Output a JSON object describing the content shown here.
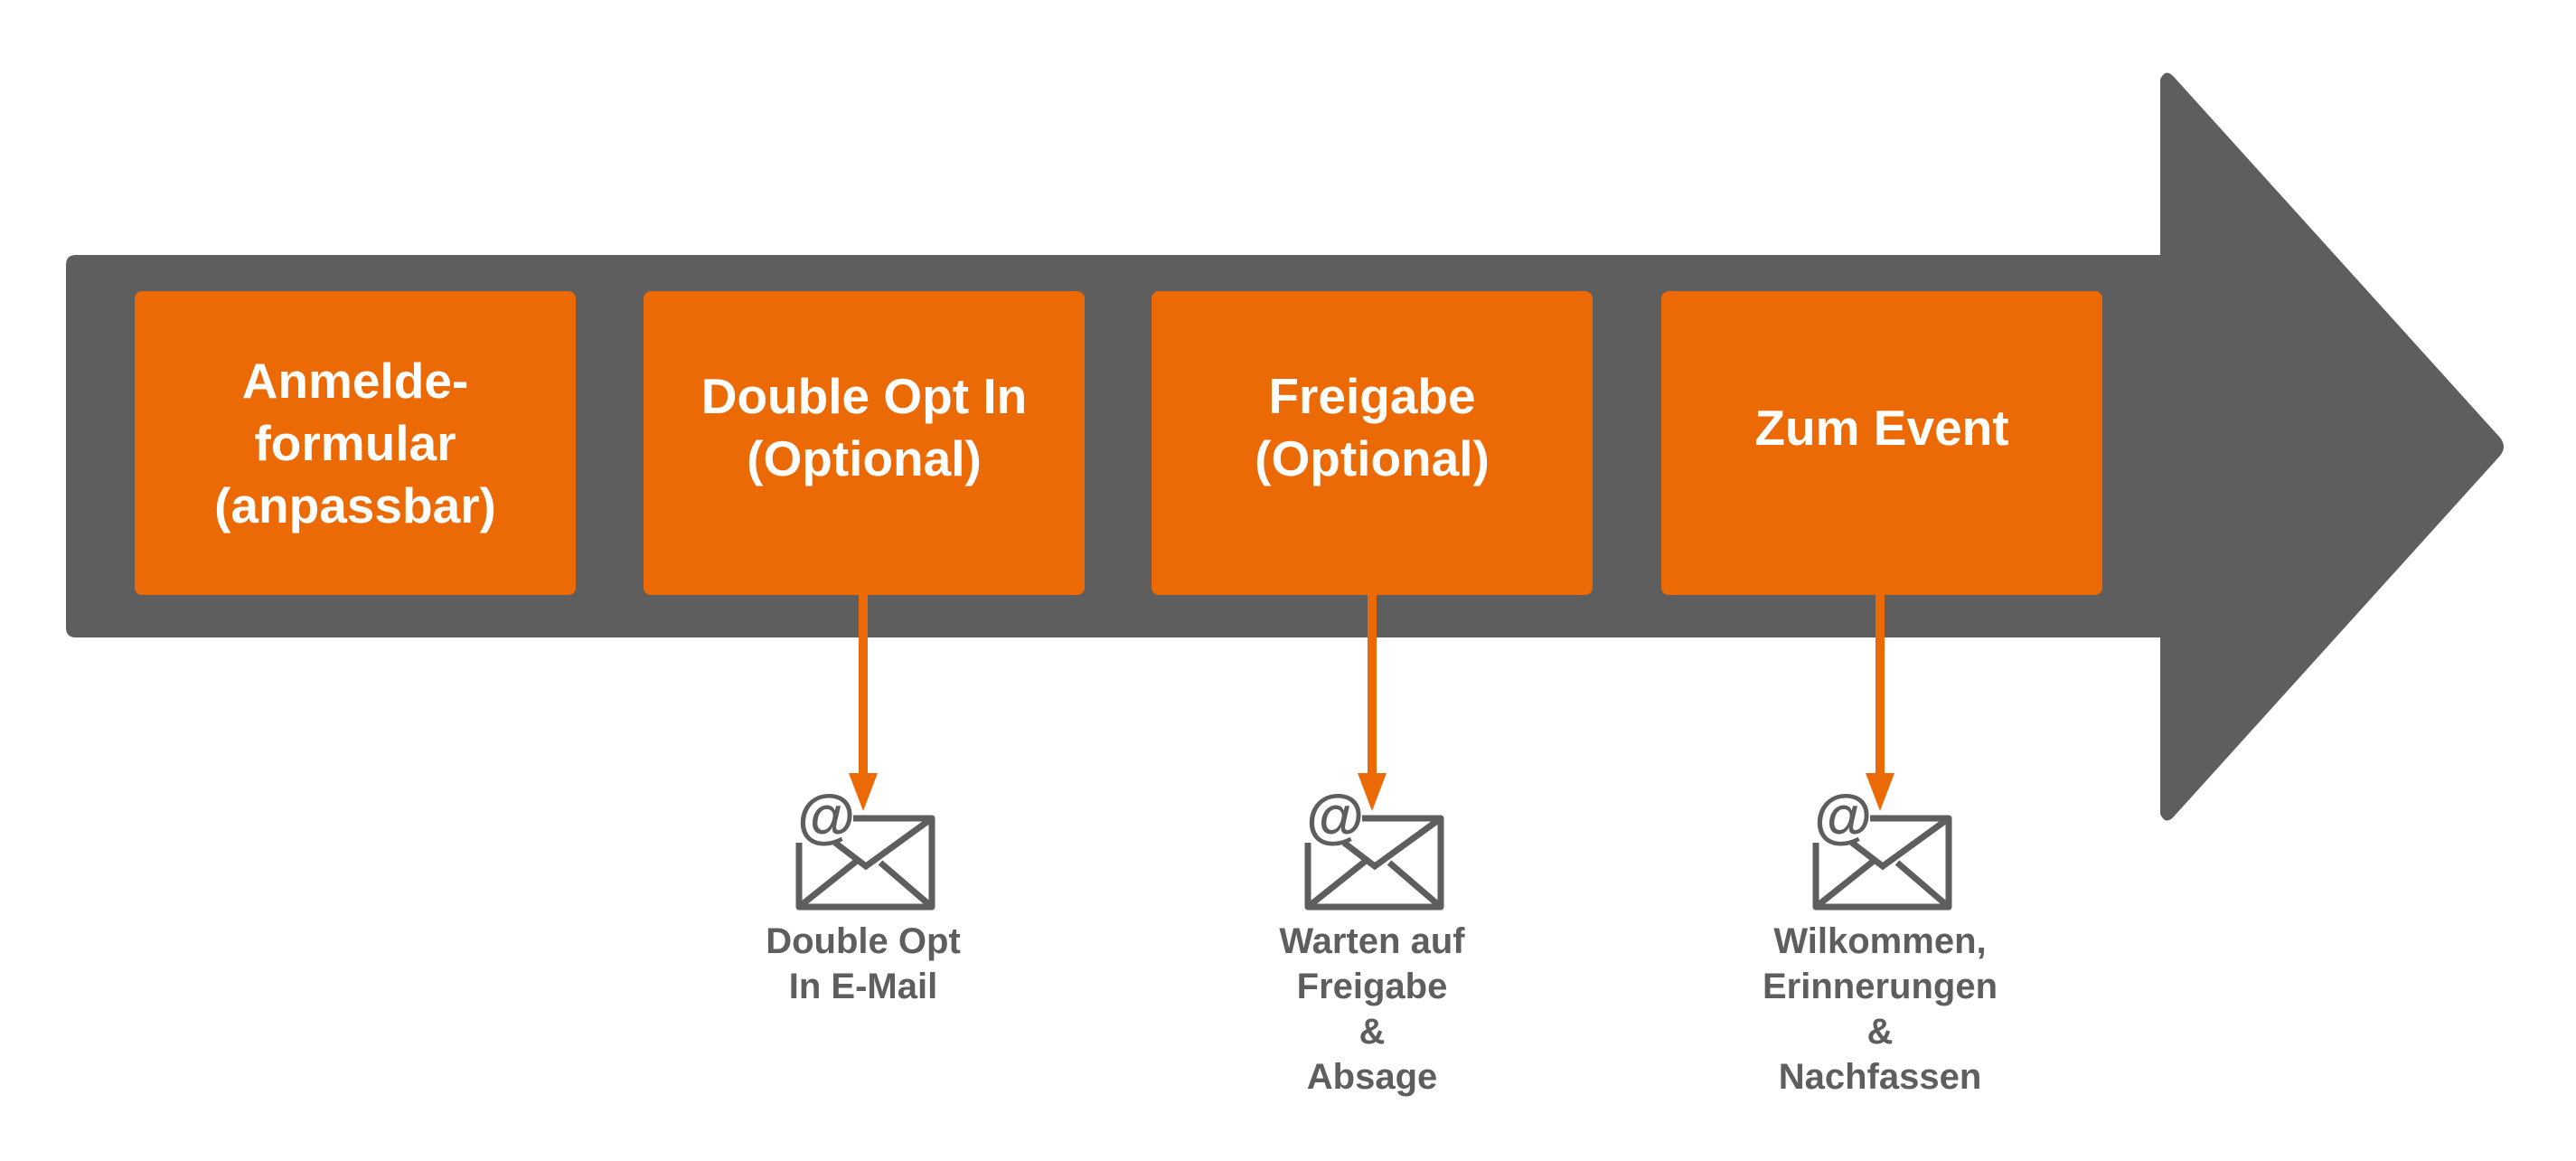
{
  "colors": {
    "arrow": "#5e5e5e",
    "step": "#ec6a05",
    "text": "#5e5e5e"
  },
  "steps": [
    {
      "lines": [
        "Anmelde-",
        "formular",
        "(anpassbar)"
      ]
    },
    {
      "lines": [
        "Double Opt In",
        "(Optional)"
      ]
    },
    {
      "lines": [
        "Freigabe",
        "(Optional)"
      ]
    },
    {
      "lines": [
        "Zum Event"
      ]
    }
  ],
  "emails": [
    {
      "icon": "email-at-icon",
      "symbol": "@",
      "lines": [
        "Double Opt",
        "In E-Mail"
      ]
    },
    {
      "icon": "email-at-icon",
      "symbol": "@",
      "lines": [
        "Warten auf",
        "Freigabe",
        "&",
        "Absage"
      ]
    },
    {
      "icon": "email-at-icon",
      "symbol": "@",
      "lines": [
        "Wilkommen,",
        "Erinnerungen",
        "&",
        "Nachfassen"
      ]
    }
  ]
}
